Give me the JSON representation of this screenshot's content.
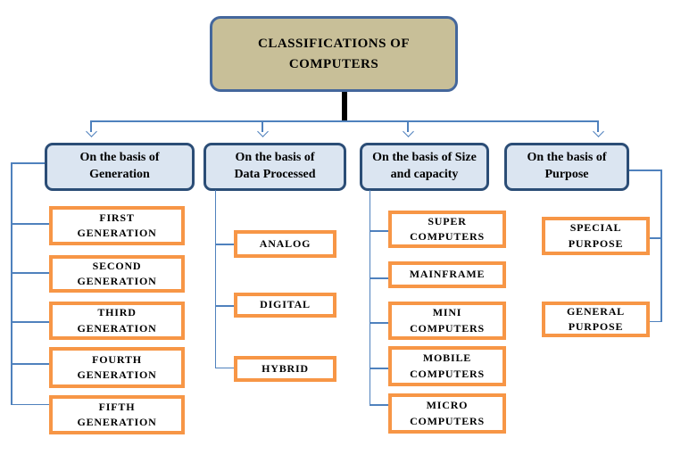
{
  "title": "CLASSIFICATIONS OF COMPUTERS",
  "colors": {
    "root_fill": "#c8bf98",
    "root_border": "#44679c",
    "category_fill": "#dbe5f1",
    "category_border": "#2b4d76",
    "child_border": "#f79646",
    "connector": "#4f81bd",
    "trunk": "#000000"
  },
  "branches": [
    {
      "label": "On the basis of Generation",
      "children": [
        "FIRST GENERATION",
        "SECOND GENERATION",
        "THIRD GENERATION",
        "FOURTH GENERATION",
        "FIFTH GENERATION"
      ]
    },
    {
      "label": "On the basis of Data Processed",
      "children": [
        "ANALOG",
        "DIGITAL",
        "HYBRID"
      ]
    },
    {
      "label": "On the basis of Size and capacity",
      "children": [
        "SUPER COMPUTERS",
        "MAINFRAME",
        "MINI COMPUTERS",
        "MOBILE COMPUTERS",
        "MICRO COMPUTERS"
      ]
    },
    {
      "label": "On the basis of Purpose",
      "children": [
        "SPECIAL PURPOSE",
        "GENERAL PURPOSE"
      ]
    }
  ]
}
